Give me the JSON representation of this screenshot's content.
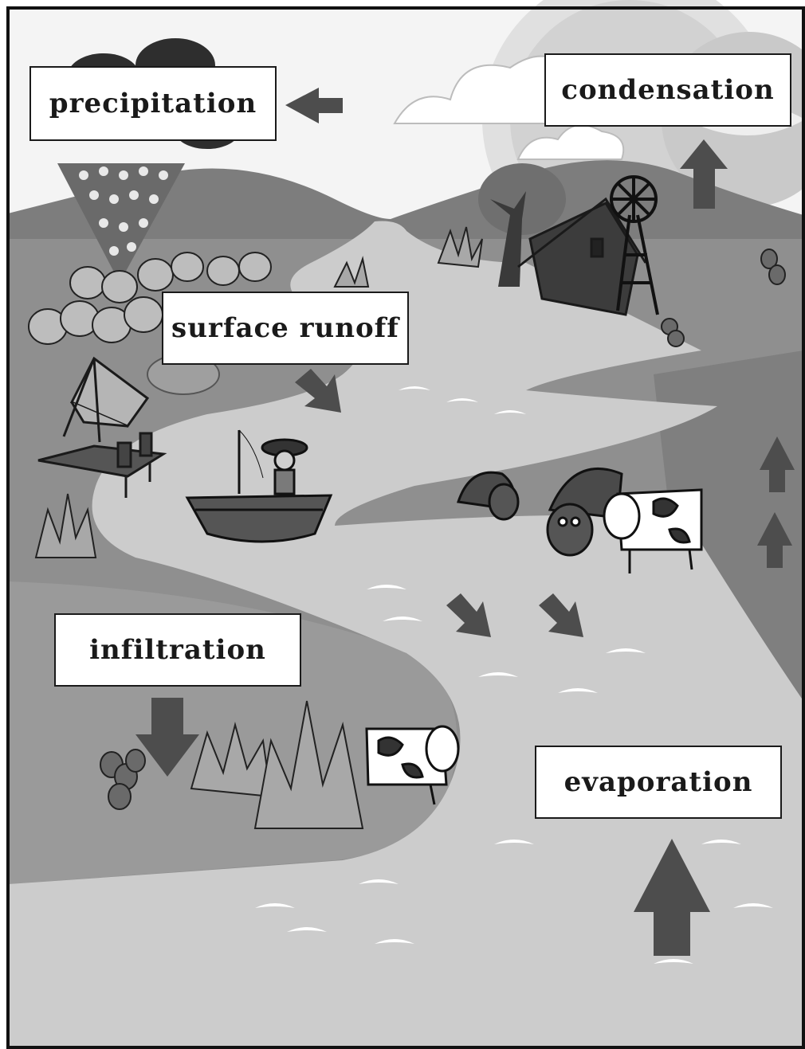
{
  "diagram": {
    "labels": {
      "precipitation": "precipitation",
      "condensation": "condensation",
      "surface_runoff": "surface runoff",
      "infiltration": "infiltration",
      "evaporation": "evaporation"
    },
    "colors": {
      "sky": "#f2f2f2",
      "far_hills": "#7a7a7a",
      "land": "#8c8c8c",
      "water": "#c8c8c8",
      "arrow": "#4d4d4d",
      "sun": "#dcdcdc",
      "frame": "#111111"
    },
    "icons": [
      "rain-cloud-icon",
      "raindrops-icon",
      "sun-icon",
      "cloud-icon",
      "barn-icon",
      "windmill-icon",
      "tree-icon",
      "tent-icon",
      "dock-icon",
      "fisherman-boat-icon",
      "bull-icon",
      "cow-icon",
      "cactus-icon",
      "agave-icon",
      "shrub-icon"
    ]
  }
}
